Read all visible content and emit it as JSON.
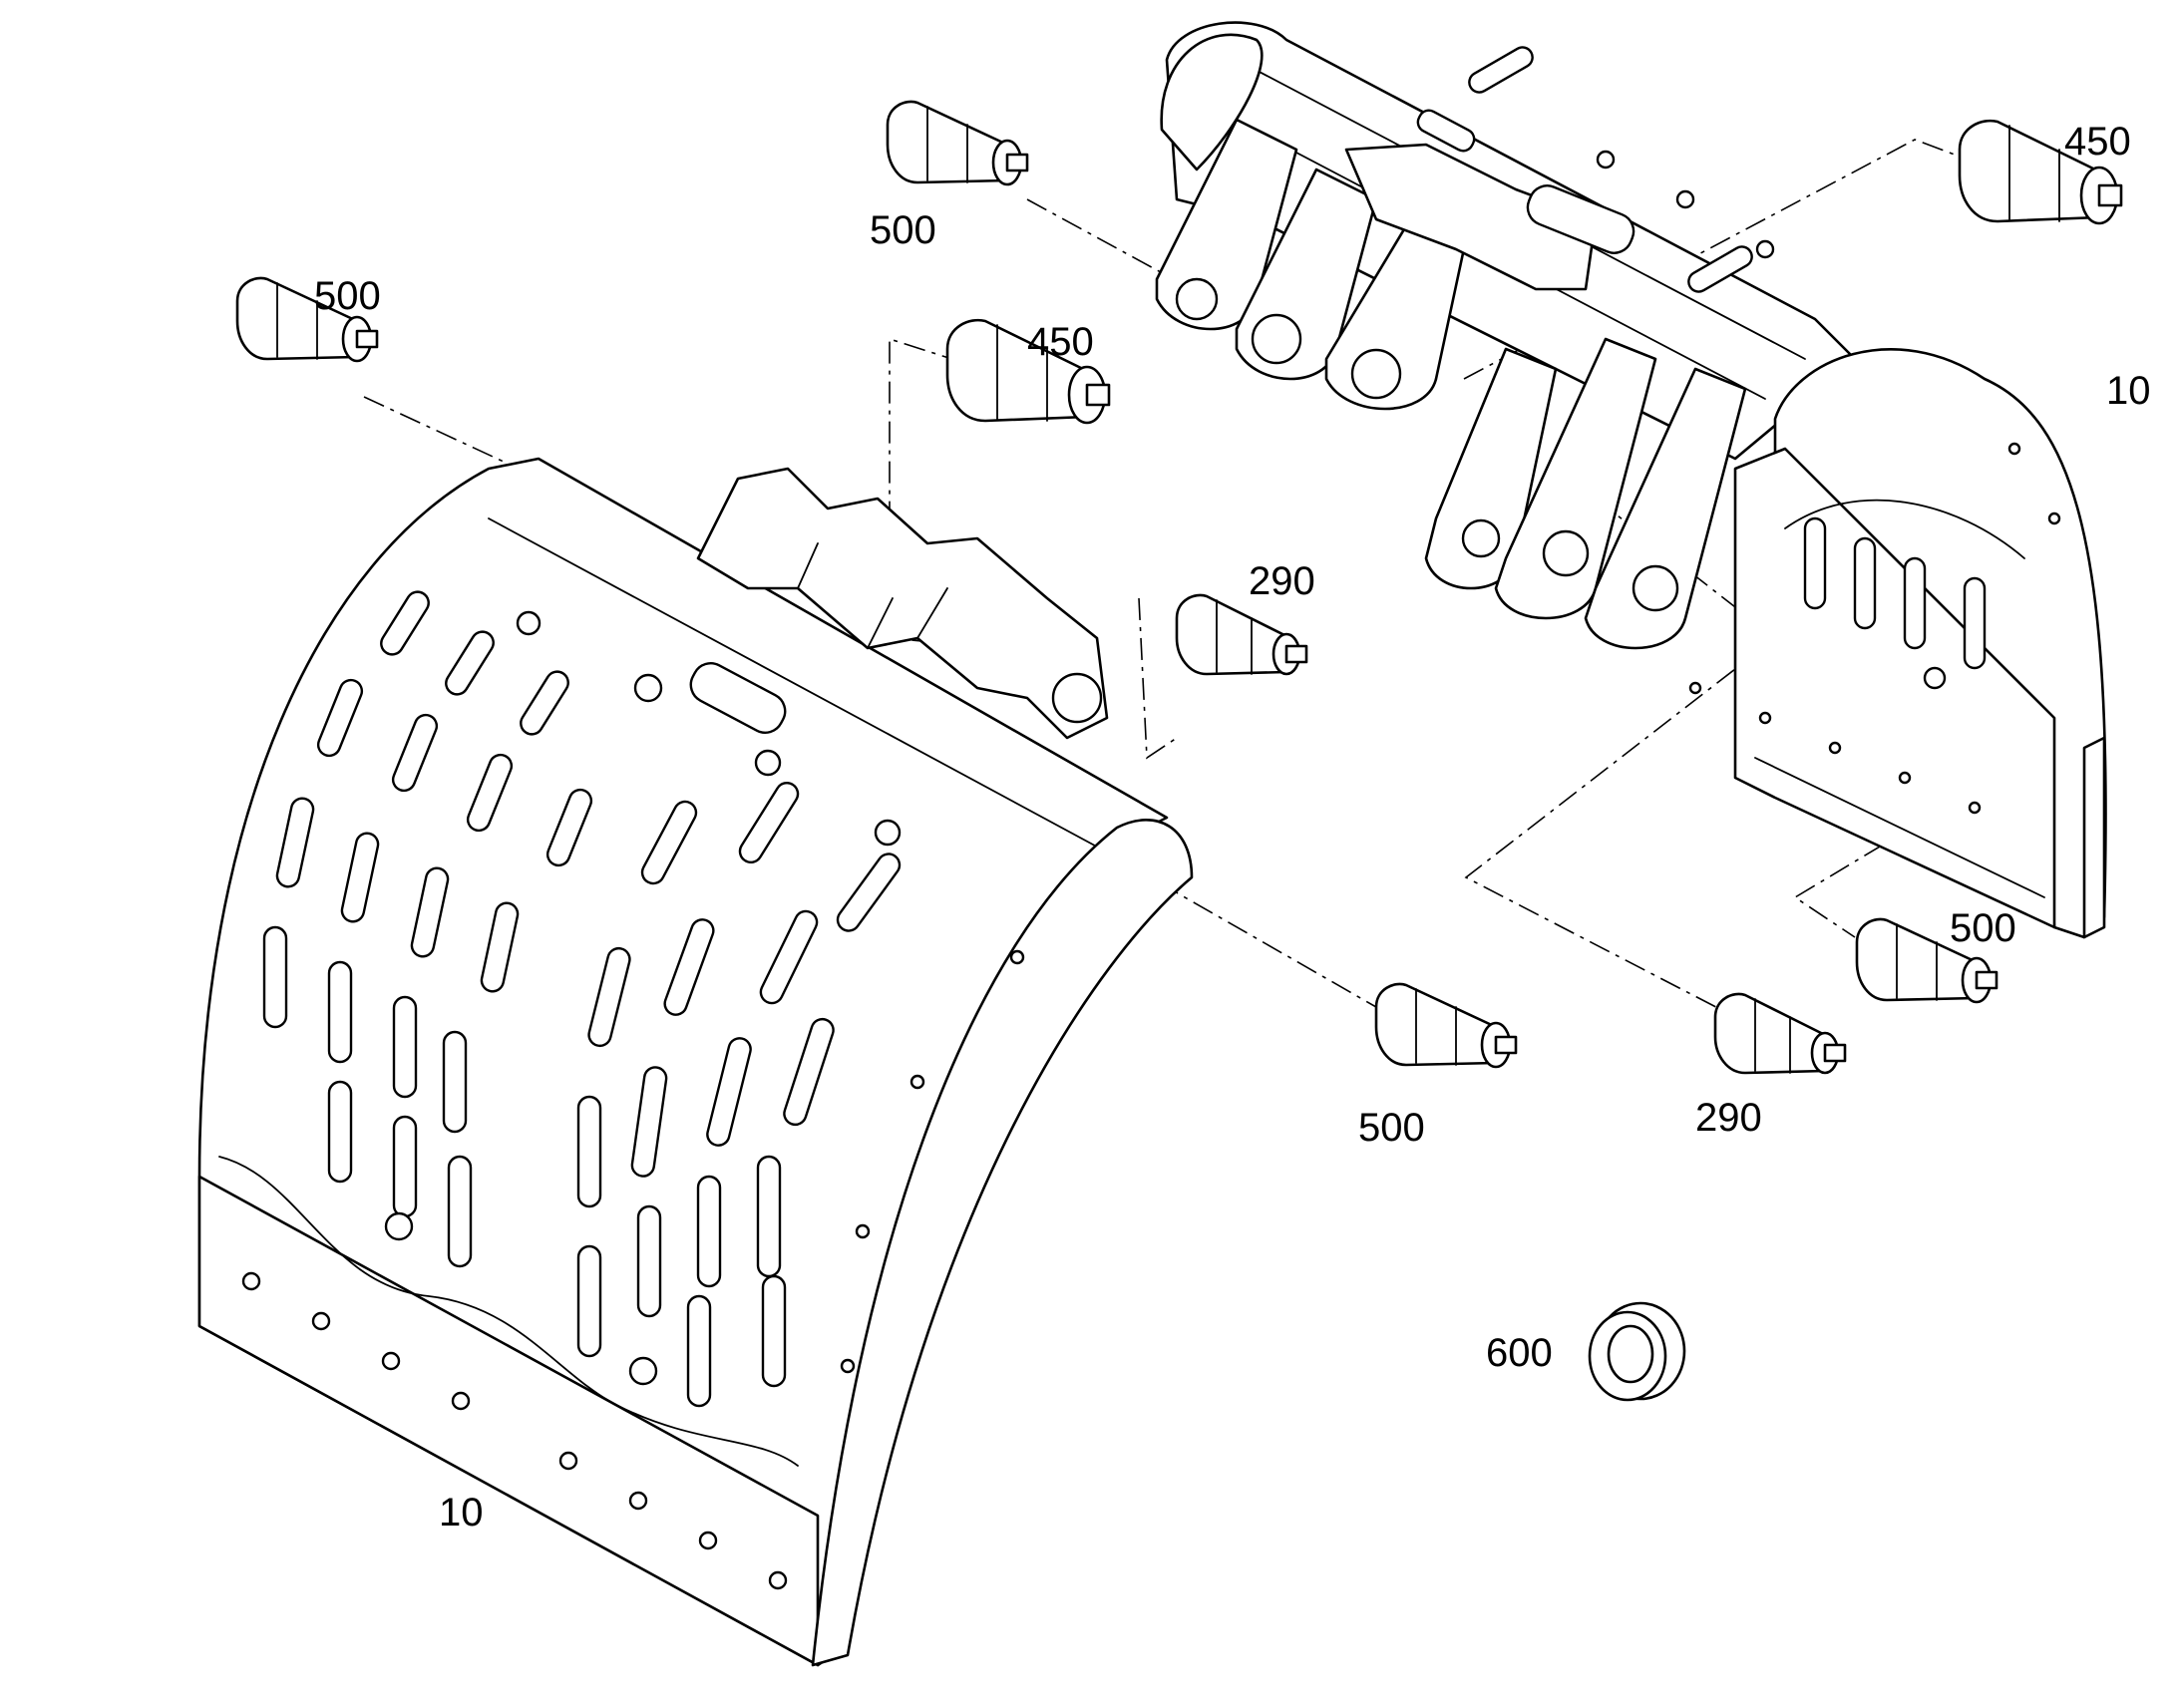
{
  "diagram": {
    "type": "exploded-parts-view",
    "callouts": {
      "part_10_lower": "10",
      "part_10_upper": "10",
      "pin_500_a": "500",
      "pin_500_b": "500",
      "pin_500_c": "500",
      "pin_500_d": "500",
      "pin_450_a": "450",
      "pin_450_b": "450",
      "pin_290_a": "290",
      "pin_290_b": "290",
      "bushing_600": "600"
    }
  }
}
